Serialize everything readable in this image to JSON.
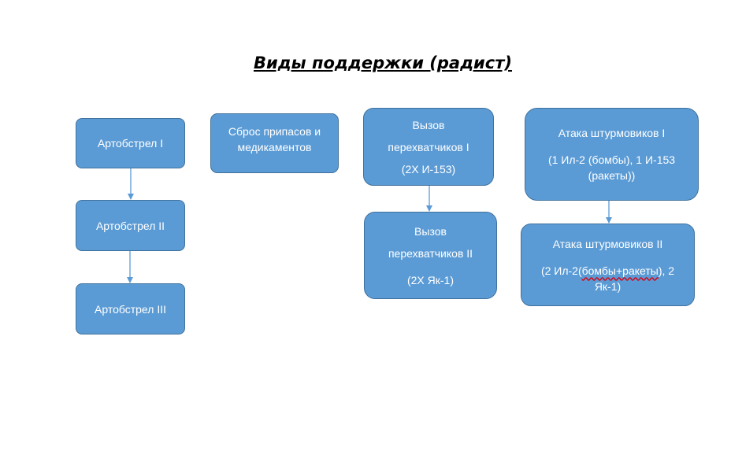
{
  "title": "Виды поддержки (радист)",
  "colors": {
    "box_fill": "#5b9bd5",
    "box_border": "#41719c",
    "connector": "#5b9bd5",
    "text": "#ffffff"
  },
  "nodes": {
    "artillery_1": {
      "lines": [
        "Артобстрел I"
      ]
    },
    "artillery_2": {
      "lines": [
        "Артобстрел II"
      ]
    },
    "artillery_3": {
      "lines": [
        "Артобстрел III"
      ]
    },
    "supply_drop": {
      "lines": [
        "Сброс припасов и",
        "медикаментов"
      ]
    },
    "interceptors_1": {
      "lines": [
        "Вызов",
        "перехватчиков I",
        "(2Х И-153)"
      ]
    },
    "interceptors_2": {
      "lines": [
        "Вызов",
        "перехватчиков II",
        "(2Х Як-1)"
      ]
    },
    "attack_1": {
      "lines": [
        "Атака штурмовиков I",
        "(1 Ил-2 (бомбы), 1 И-153",
        "ракеты))"
      ],
      "l3_prefix": "("
    },
    "attack_2": {
      "lines": [
        "Атака штурмовиков II",
        "(2 Ил-2(",
        "бомбы+ракеты",
        "), 2",
        "Як-1)"
      ]
    }
  },
  "edges": [
    {
      "from": "artillery_1",
      "to": "artillery_2"
    },
    {
      "from": "artillery_2",
      "to": "artillery_3"
    },
    {
      "from": "interceptors_1",
      "to": "interceptors_2"
    },
    {
      "from": "attack_1",
      "to": "attack_2"
    }
  ]
}
